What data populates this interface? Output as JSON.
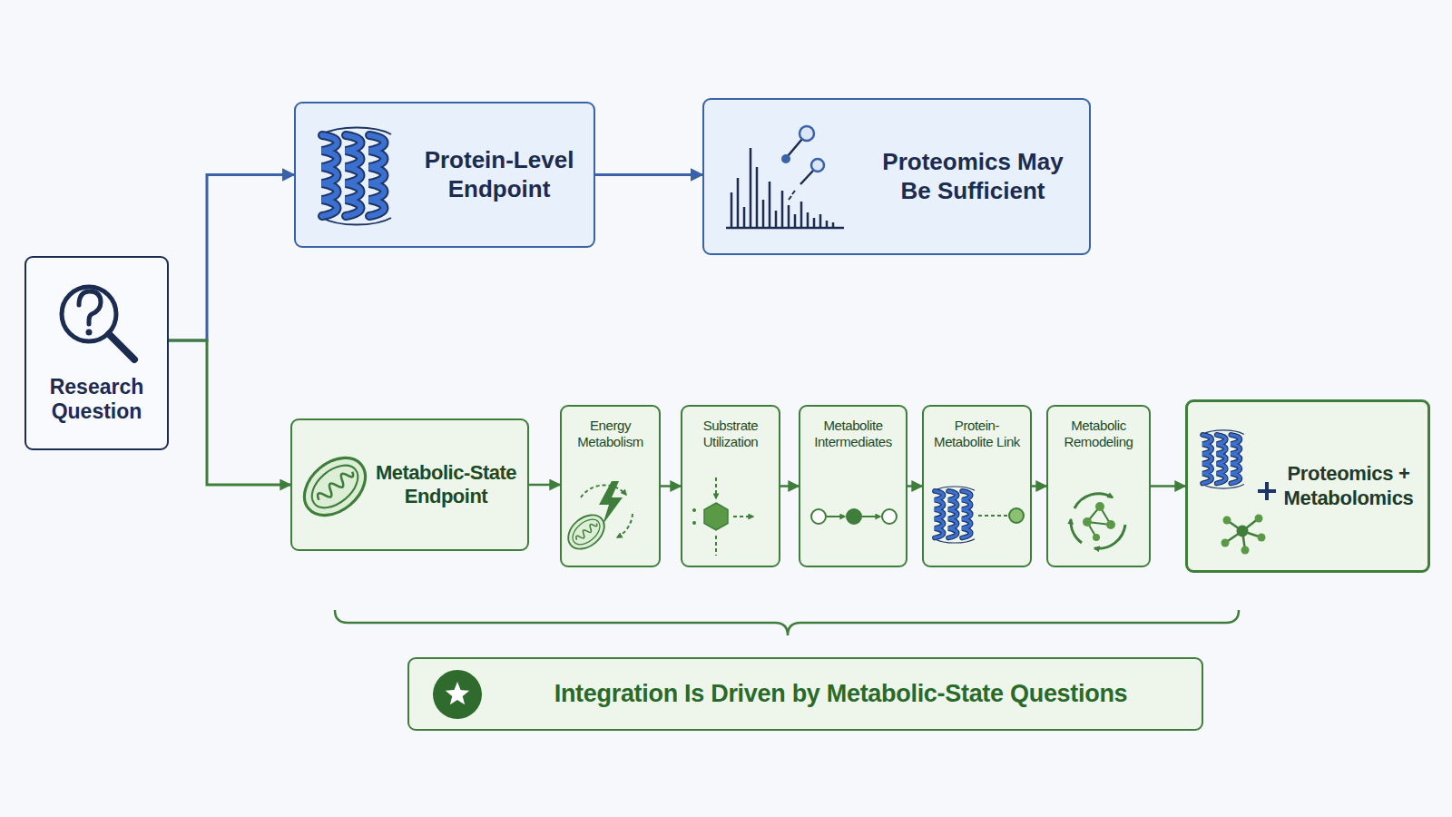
{
  "diagram": {
    "nodes": [
      {
        "text": [
          "Research Question"
        ]
      },
      {
        "text": [
          "Protein-Level Endpoint"
        ]
      },
      {
        "text": [
          "Proteomics May Be Sufficient"
        ]
      },
      {
        "text": [
          "Metabolic-State Endpoint"
        ]
      },
      {
        "text": [
          "Energy Metabolism"
        ]
      },
      {
        "text": [
          "Substrate Utilization"
        ]
      },
      {
        "text": [
          "Metabolite Intermediates"
        ]
      },
      {
        "text": [
          "Protein-Metabolite Link"
        ]
      },
      {
        "text": [
          "Metabolic Remodeling"
        ]
      },
      {
        "text": [
          "Proteomics + Metabolomics"
        ]
      },
      {
        "text": [
          "Integration Is Driven by Metabolic-State Questions"
        ]
      }
    ],
    "edges": [
      {
        "from": 0,
        "to": 1,
        "arrow": "to"
      },
      {
        "from": 0,
        "to": 3,
        "arrow": "to"
      },
      {
        "from": 1,
        "to": 2,
        "arrow": "to"
      },
      {
        "from": 3,
        "to": 4,
        "arrow": "to"
      },
      {
        "from": 4,
        "to": 5,
        "arrow": "to"
      },
      {
        "from": 5,
        "to": 6,
        "arrow": "to"
      },
      {
        "from": 6,
        "to": 7,
        "arrow": "to"
      },
      {
        "from": 7,
        "to": 8,
        "arrow": "to"
      },
      {
        "from": 8,
        "to": 9,
        "arrow": "to"
      }
    ]
  }
}
